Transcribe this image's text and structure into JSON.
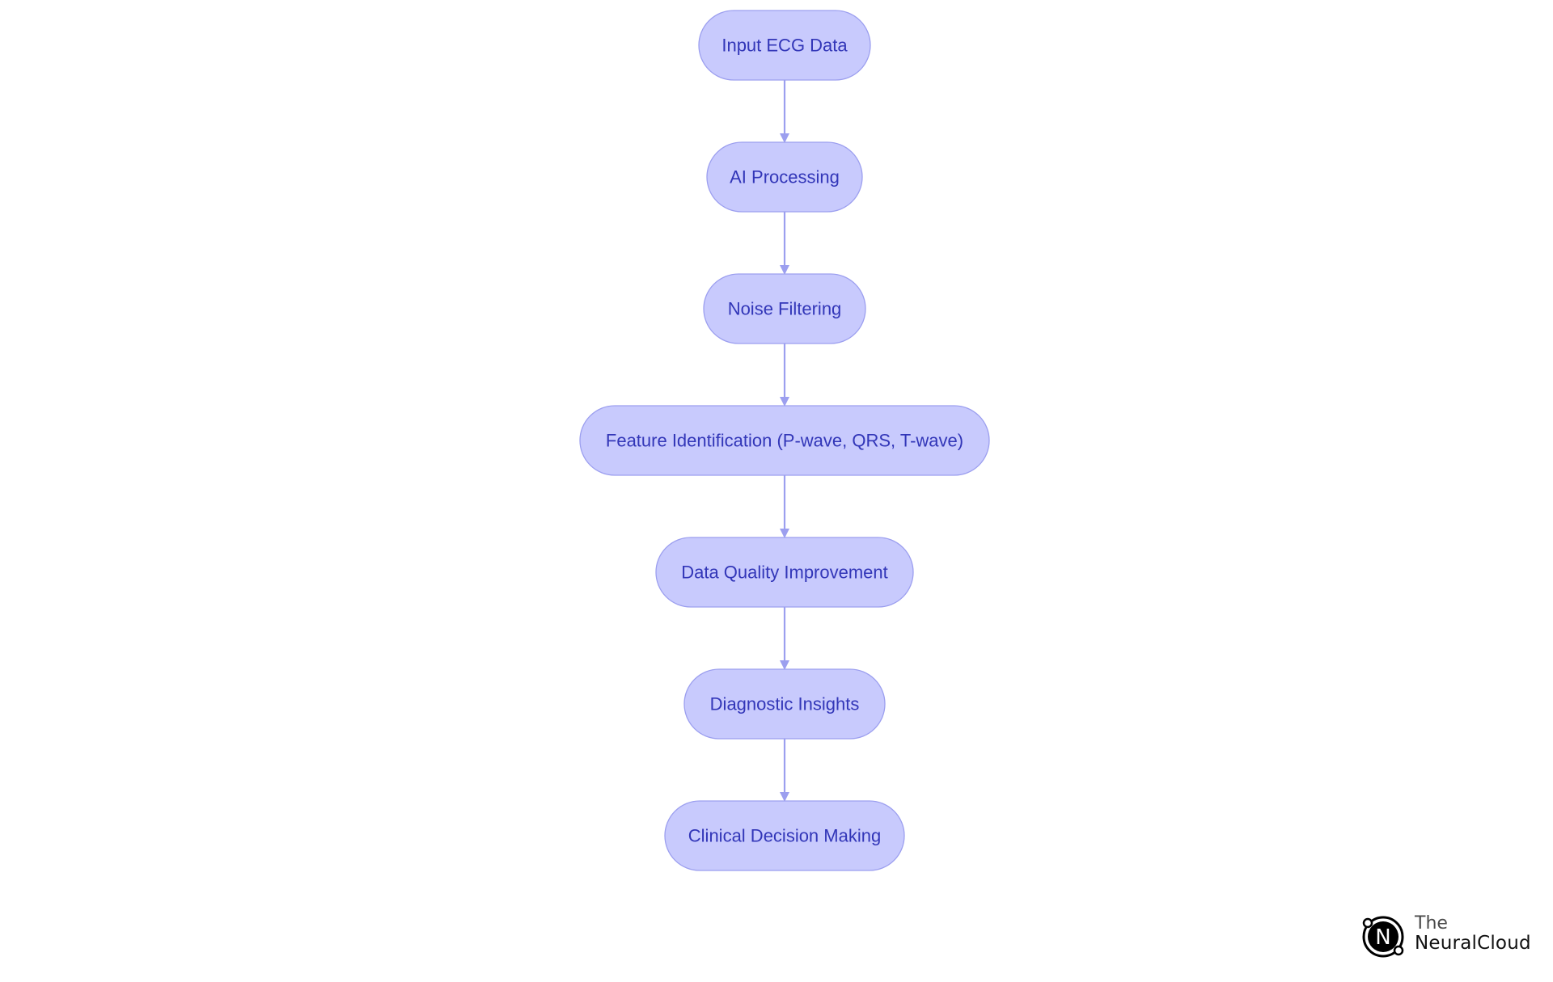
{
  "diagram": {
    "node_fill": "#c8cafd",
    "node_stroke": "#9c9fef",
    "edge_color": "#9c9fef",
    "text_color": "#3236b8",
    "nodes": [
      {
        "id": "input-ecg-data",
        "label": "Input ECG Data"
      },
      {
        "id": "ai-processing",
        "label": "AI Processing"
      },
      {
        "id": "noise-filtering",
        "label": "Noise Filtering"
      },
      {
        "id": "feature-identification",
        "label": "Feature Identification (P-wave, QRS, T-wave)"
      },
      {
        "id": "data-quality-improvement",
        "label": "Data Quality Improvement"
      },
      {
        "id": "diagnostic-insights",
        "label": "Diagnostic Insights"
      },
      {
        "id": "clinical-decision-making",
        "label": "Clinical Decision Making"
      }
    ],
    "edges": [
      {
        "from": "input-ecg-data",
        "to": "ai-processing"
      },
      {
        "from": "ai-processing",
        "to": "noise-filtering"
      },
      {
        "from": "noise-filtering",
        "to": "feature-identification"
      },
      {
        "from": "feature-identification",
        "to": "data-quality-improvement"
      },
      {
        "from": "data-quality-improvement",
        "to": "diagnostic-insights"
      },
      {
        "from": "diagnostic-insights",
        "to": "clinical-decision-making"
      }
    ]
  },
  "brand": {
    "the": "The",
    "name": "NeuralCloud",
    "logo_letter": "N",
    "logo_icon": "neuralcloud-logo-icon"
  }
}
